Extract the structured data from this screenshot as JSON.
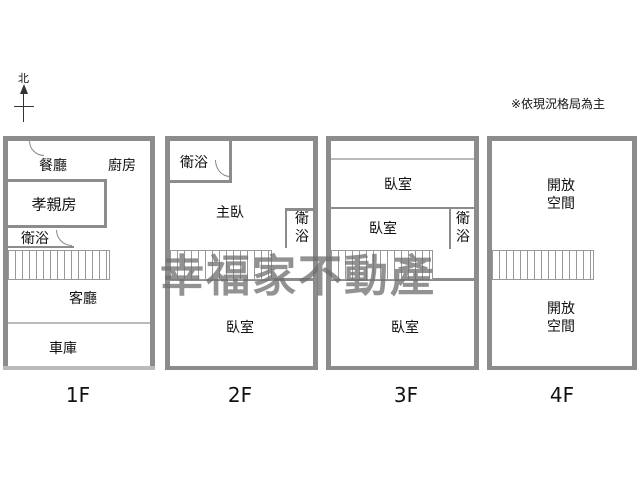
{
  "note": "※依現況格局為主",
  "north_label": "北",
  "watermark": "幸福家不動產",
  "floors": [
    {
      "label": "1F",
      "rooms": [
        "餐廳",
        "廚房",
        "孝親房",
        "衛浴",
        "客廳",
        "車庫"
      ]
    },
    {
      "label": "2F",
      "rooms": [
        "衛浴",
        "主臥",
        "衛浴",
        "臥室"
      ]
    },
    {
      "label": "3F",
      "rooms": [
        "臥室",
        "臥室",
        "衛浴",
        "臥室"
      ]
    },
    {
      "label": "4F",
      "rooms": [
        "開放空間",
        "開放空間"
      ]
    }
  ],
  "vertical_bath": [
    "衛",
    "浴"
  ],
  "open_space_lines": [
    "開放",
    "空間"
  ]
}
